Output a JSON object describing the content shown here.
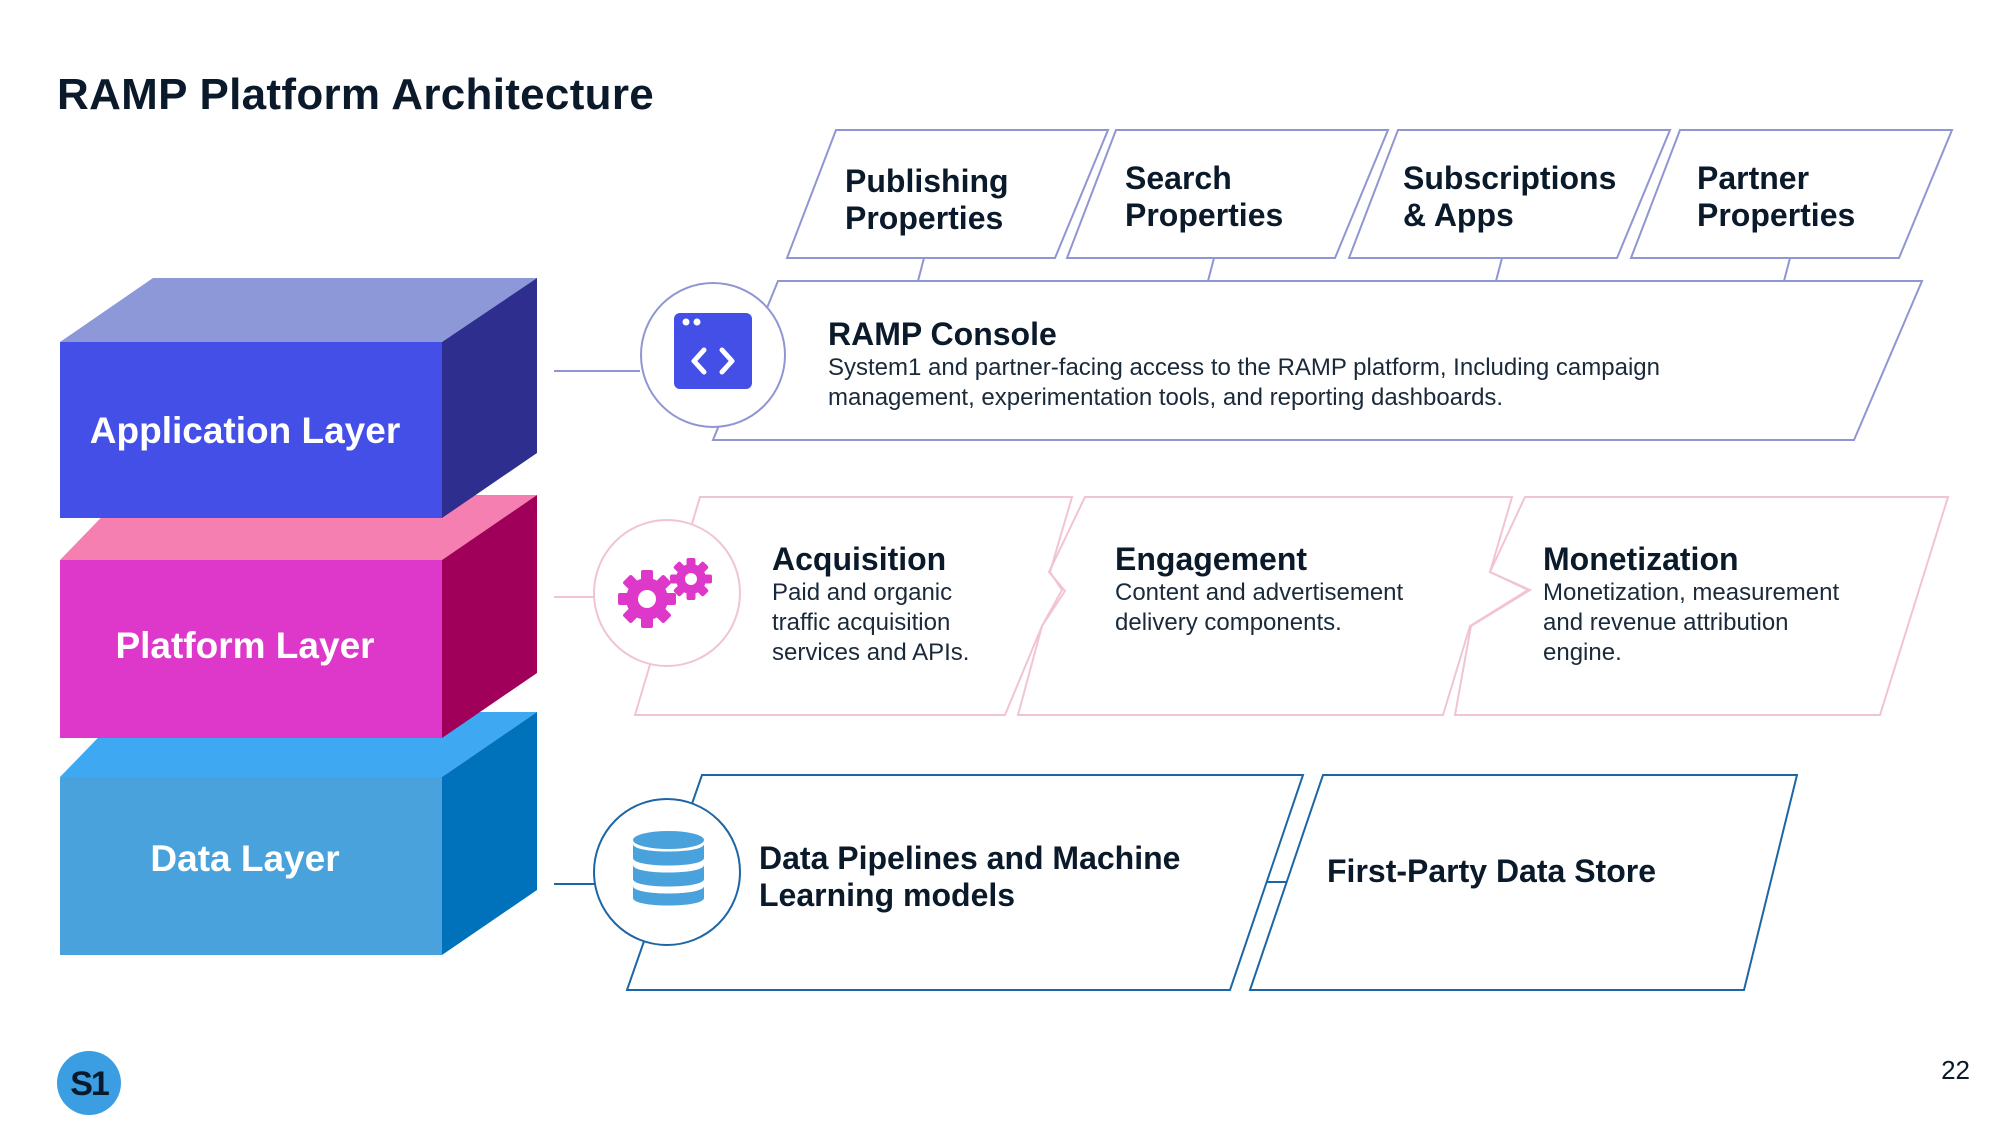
{
  "title": "RAMP Platform Architecture",
  "layers": {
    "application": {
      "label": "Application Layer",
      "front": "#434fe7",
      "top": "#8c98d8",
      "side": "#2e2e8f"
    },
    "platform": {
      "label": "Platform Layer",
      "front": "#dd38c9",
      "top": "#f57fb0",
      "side": "#a0005a"
    },
    "data": {
      "label": "Data Layer",
      "front": "#49a2db",
      "top": "#3ea8f2",
      "side": "#0072bb"
    }
  },
  "properties": [
    {
      "line1": "Publishing",
      "line2": "Properties"
    },
    {
      "line1": "Search",
      "line2": "Properties"
    },
    {
      "line1": "Subscriptions",
      "line2": "& Apps"
    },
    {
      "line1": "Partner",
      "line2": "Properties"
    }
  ],
  "console": {
    "title": "RAMP Console",
    "desc_line1": "System1 and partner-facing access to the RAMP platform, Including campaign",
    "desc_line2": "management, experimentation tools, and reporting dashboards."
  },
  "platform_items": [
    {
      "title": "Acquisition",
      "lines": [
        "Paid and organic",
        "traffic acquisition",
        "services and APIs."
      ]
    },
    {
      "title": "Engagement",
      "lines": [
        "Content and advertisement",
        "delivery components."
      ]
    },
    {
      "title": "Monetization",
      "lines": [
        "Monetization, measurement",
        "and revenue attribution",
        "engine."
      ]
    }
  ],
  "data_items": [
    {
      "lines": [
        "Data Pipelines and Machine",
        "Learning models"
      ]
    },
    {
      "lines": [
        "First-Party Data Store"
      ]
    }
  ],
  "icons": {
    "console": "code-window-icon",
    "platform": "gears-icon",
    "data": "database-icon",
    "logo": "system1-logo-icon"
  },
  "colors": {
    "app_outline": "#8f96d2",
    "platform_outline": "#f1c4d2",
    "data_outline": "#1d66a6",
    "console_icon": "#434fe7",
    "gear_icon": "#dd38c9",
    "db_icon": "#49a2db",
    "logo_bg": "#3b9ee3"
  },
  "logo": {
    "text": "S1"
  },
  "page_number": "22"
}
